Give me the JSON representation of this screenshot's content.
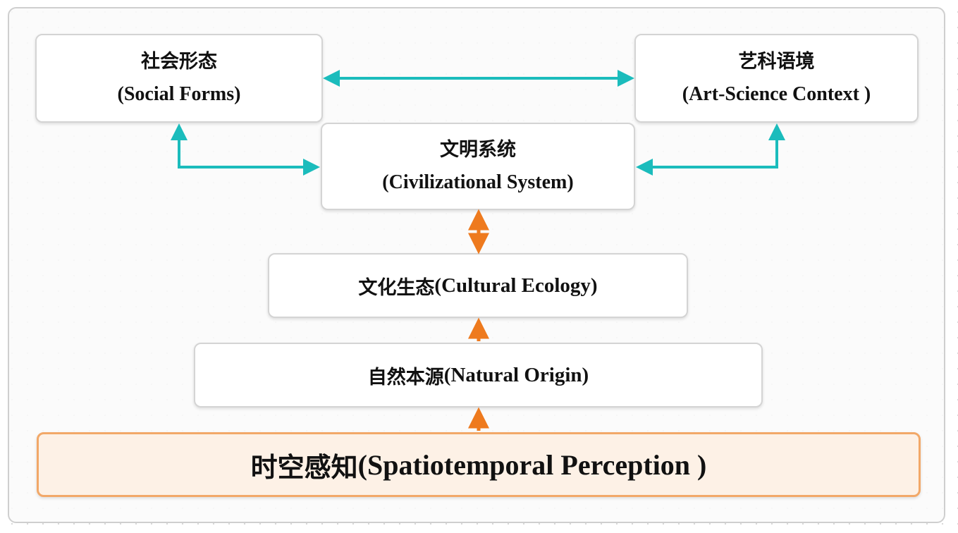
{
  "nodes": {
    "social_forms": {
      "zh": "社会形态",
      "en": "(Social Forms)"
    },
    "art_science": {
      "zh": "艺科语境",
      "en": "(Art-Science Context )"
    },
    "civilizational": {
      "zh": "文明系统",
      "en": "(Civilizational System)"
    },
    "cultural_ecology": {
      "zh": "文化生态",
      "en": "(Cultural Ecology)"
    },
    "natural_origin": {
      "zh": "自然本源 ",
      "en": "(Natural Origin)"
    },
    "spatiotemporal": {
      "zh": "时空感知 ",
      "en": "(Spatiotemporal Perception )"
    }
  },
  "colors": {
    "teal_arrow": "#1bbcbc",
    "orange_arrow": "#ee7a1e",
    "highlight_fill": "#fdf1e6",
    "highlight_border": "#f2a868"
  }
}
